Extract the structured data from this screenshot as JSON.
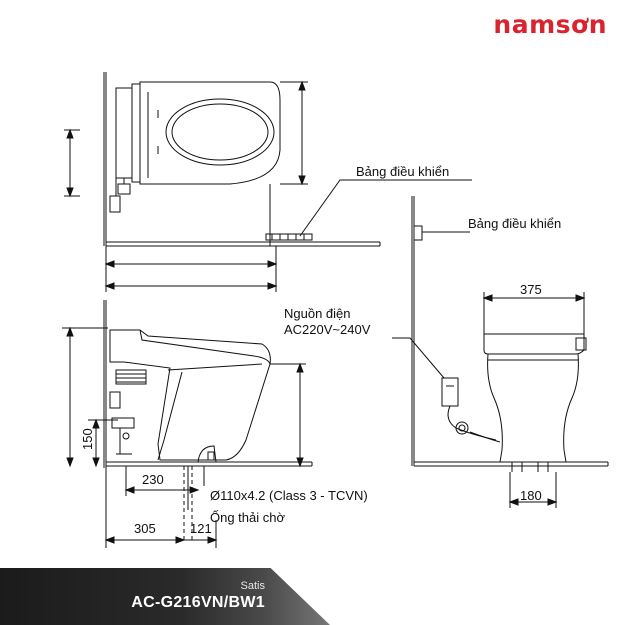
{
  "brand": {
    "logo_text": "namsơn",
    "color": "#d9232e"
  },
  "product": {
    "series": "Satis",
    "model": "AC-G216VN/BW1"
  },
  "drawing": {
    "labels": {
      "control_panel_top": "Bảng điều khiển",
      "control_panel_side": "Bảng điều khiển",
      "power_line1": "Nguồn điện",
      "power_line2": "AC220V~240V",
      "pipe_spec": "Ø110x4.2 (Class 3 - TCVN)",
      "waste_pipe": "Ống thải chờ"
    },
    "dimensions": {
      "width_375": "375",
      "width_180": "180",
      "height_150": "150",
      "dist_230": "230",
      "dist_305": "305",
      "dist_121": "121"
    }
  }
}
